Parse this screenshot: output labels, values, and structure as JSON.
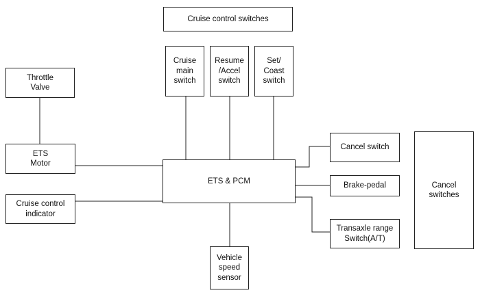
{
  "diagram": {
    "cruise_group": "Cruise control switches",
    "cruise_main": "Cruise\nmain\nswitch",
    "resume_accel": "Resume\n/Accel\nswitch",
    "set_coast": "Set/\nCoast\nswitch",
    "throttle_valve": "Throttle\nValve",
    "ets_motor": "ETS\nMotor",
    "ets_pcm": "ETS & PCM",
    "cruise_indicator": "Cruise control\nindicator",
    "vehicle_speed": "Vehicle\nspeed\nsensor",
    "cancel_switch": "Cancel switch",
    "brake_pedal": "Brake-pedal",
    "transaxle": "Transaxle range\nSwitch(A/T)",
    "cancel_switches": "Cancel\nswitches"
  }
}
